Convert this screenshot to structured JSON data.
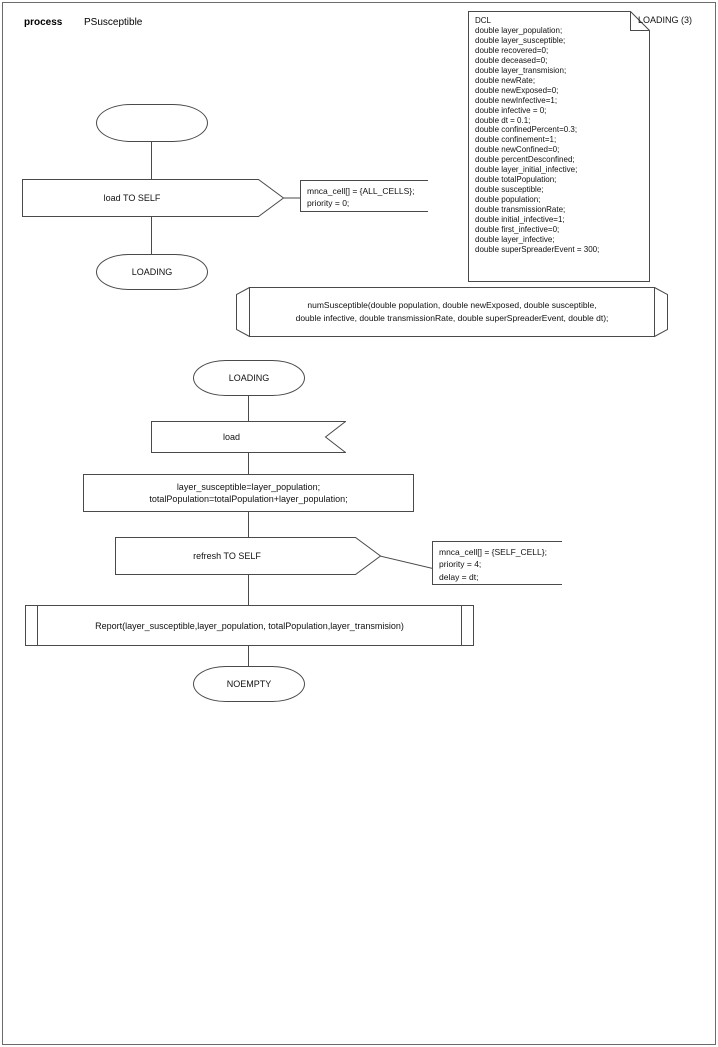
{
  "page": {
    "header_keyword": "process",
    "header_name": "PSusceptible",
    "diagram_type": "SDL process diagram",
    "page_tag": "LOADING (3)"
  },
  "declaration": {
    "keyword": "DCL",
    "lines": [
      "double layer_population;",
      "double layer_susceptible;",
      "double recovered=0;",
      "double deceased=0;",
      "double layer_transmision;",
      "double newRate;",
      "double newExposed=0;",
      "double newInfective=1;",
      "double infective = 0;",
      "double dt = 0.1;",
      "double confinedPercent=0.3;",
      "double confinement=1;",
      "double newConfined=0;",
      "double percentDesconfined;",
      "double layer_initial_infective;",
      "double totalPopulation;",
      "double susceptible;",
      "double population;",
      "double transmissionRate;",
      "double initial_infective=1;",
      "double first_infective=0;",
      "double layer_infective;",
      "double superSpreaderEvent = 300;"
    ],
    "text": "DCL\ndouble layer_population;\ndouble layer_susceptible;\ndouble recovered=0;\ndouble deceased=0;\ndouble layer_transmision;\ndouble newRate;\ndouble newExposed=0;\ndouble newInfective=1;\ndouble infective = 0;\ndouble dt = 0.1;\ndouble confinedPercent=0.3;\ndouble confinement=1;\ndouble newConfined=0;\ndouble percentDesconfined;\ndouble layer_initial_infective;\ndouble totalPopulation;\ndouble susceptible;\ndouble population;\ndouble transmissionRate;\ndouble initial_infective=1;\ndouble first_infective=0;\ndouble layer_infective;\ndouble superSpreaderEvent = 300;"
  },
  "procedure_declaration": {
    "text": "numSusceptible(double population, double newExposed, double susceptible,\ndouble infective, double transmissionRate, double superSpreaderEvent, double dt);"
  },
  "flow": {
    "start_state": "",
    "output_load_to_self": "load TO SELF",
    "comment_load_to_self": "mnca_cell[] = {ALL_CELLS};\npriority = 0;",
    "state_loading_1": "LOADING",
    "state_loading_2": "LOADING",
    "input_load": "load",
    "task_assign": "layer_susceptible=layer_population;\ntotalPopulation=totalPopulation+layer_population;",
    "output_refresh_to_self": "refresh TO SELF",
    "comment_refresh_to_self": "mnca_cell[] = {SELF_CELL};\npriority = 4;\ndelay = dt;",
    "procedure_call_report": "Report(layer_susceptible,layer_population, totalPopulation,layer_transmision)",
    "state_noempty": "NOEMPTY"
  },
  "colors": {
    "stroke": "#4a4a4a",
    "frame": "#6b6b6b",
    "text": "#111111",
    "background": "#ffffff"
  }
}
